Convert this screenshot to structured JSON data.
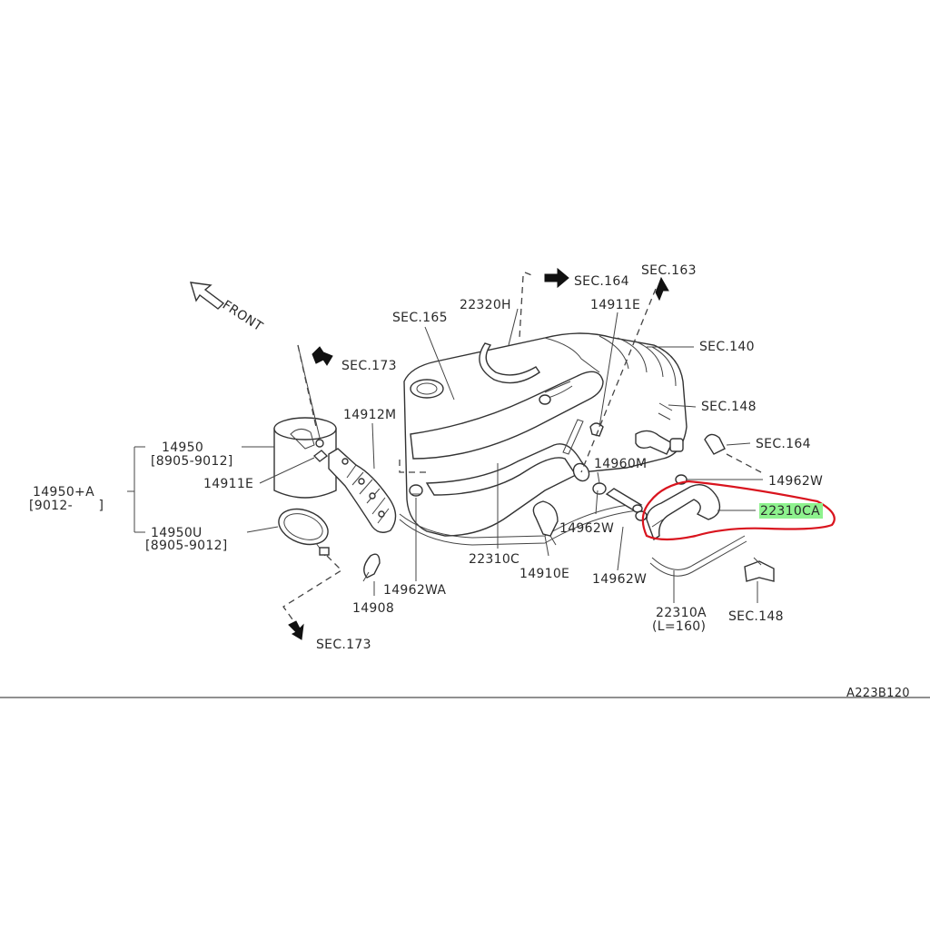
{
  "front_label": "FRONT",
  "diagram_code": "A223B120",
  "highlight": {
    "part": "22310CA",
    "marker_color": "#8ef28e",
    "circle_color": "#d9141e"
  },
  "labels": {
    "sec164_top": "SEC.164",
    "sec163": "SEC.163",
    "sec165": "SEC.165",
    "p22320H": "22320H",
    "p14911E_top": "14911E",
    "sec140": "SEC.140",
    "sec173_top": "SEC.173",
    "sec148_top": "SEC.148",
    "p14912M": "14912M",
    "sec164_right": "SEC.164",
    "p14950": "14950",
    "p14950_range": "[8905-9012]",
    "p14950A": "14950+A",
    "p14950A_range": "[9012-      ]",
    "p14911E_left": "14911E",
    "p14960M": "14960M",
    "p14962W_right": "14962W",
    "p14962W_mid": "14962W",
    "p14950U": "14950U",
    "p14950U_range": "[8905-9012]",
    "p22310C": "22310C",
    "p14910E": "14910E",
    "p14962W_low": "14962W",
    "p14962WA": "14962WA",
    "p14908": "14908",
    "p22310A": "22310A",
    "p22310A_len": "(L=160)",
    "sec148_bottom": "SEC.148",
    "sec173_bottom": "SEC.173"
  }
}
